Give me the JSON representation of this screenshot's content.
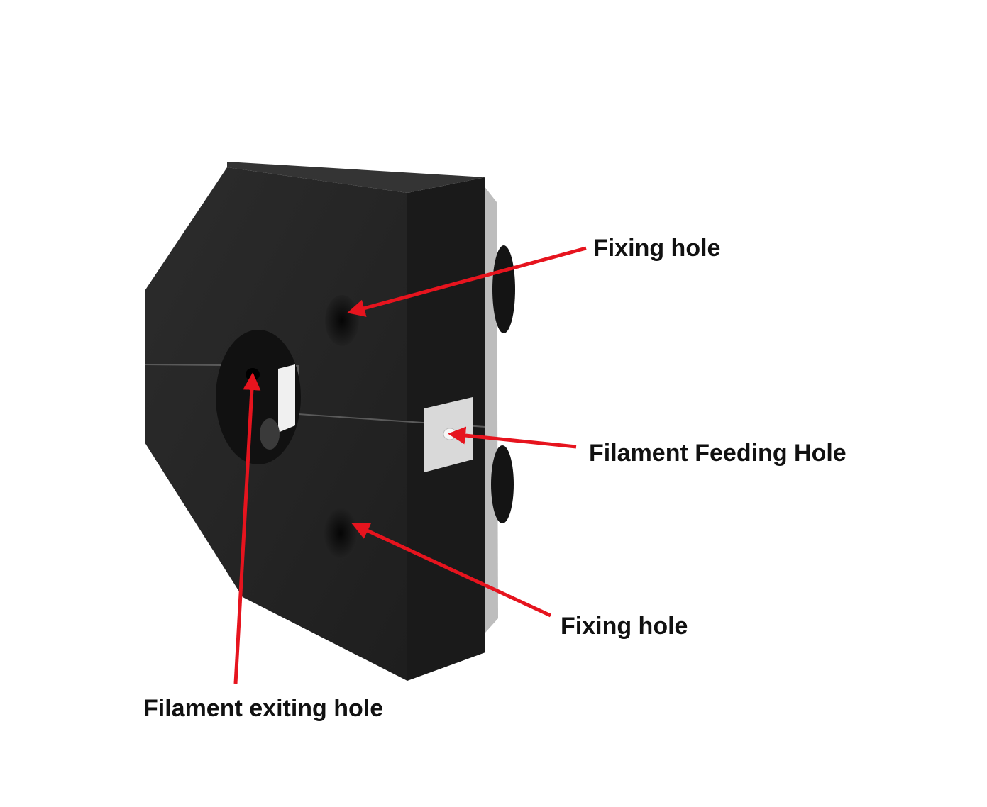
{
  "colors": {
    "background": "#ffffff",
    "block_front": "#262626",
    "block_top": "#323232",
    "block_side": "#1a1a1a",
    "hole": "#0c0c0c",
    "back_plate": "#bdbdbd",
    "feed_insert": "#d9d9d9",
    "arrow": "#e6141e",
    "label_text": "#111111"
  },
  "icons": {
    "arrow_head": "arrow-head-icon"
  },
  "labels": {
    "fixing_hole_top": "Fixing hole",
    "filament_feeding_hole": "Filament Feeding Hole",
    "fixing_hole_bottom": "Fixing hole",
    "filament_exiting_hole": "Filament exiting hole"
  }
}
